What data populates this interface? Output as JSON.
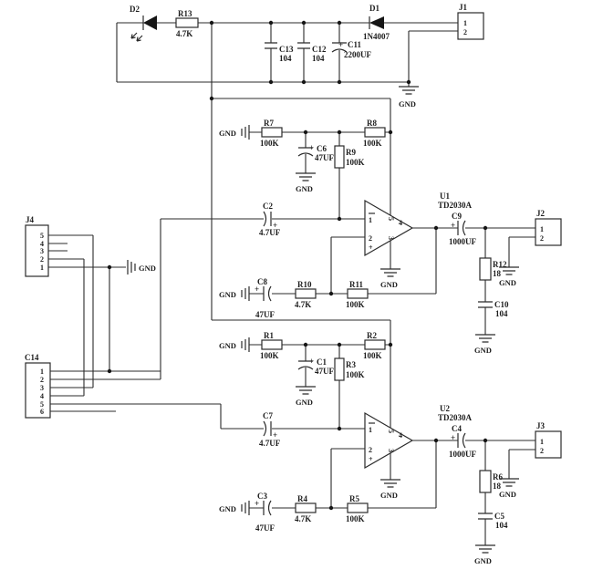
{
  "labels": {
    "gnd": "GND",
    "plus": "+"
  },
  "comp": {
    "d2": {
      "ref": "D2"
    },
    "r13": {
      "ref": "R13",
      "val": "4.7K"
    },
    "c13": {
      "ref": "C13",
      "val": "104"
    },
    "c12": {
      "ref": "C12",
      "val": "104"
    },
    "c11": {
      "ref": "C11",
      "val": "2200UF"
    },
    "d1": {
      "ref": "D1",
      "val": "1N4007"
    },
    "j1": {
      "ref": "J1",
      "pins": [
        "1",
        "2"
      ]
    },
    "r7": {
      "ref": "R7",
      "val": "100K"
    },
    "r8": {
      "ref": "R8",
      "val": "100K"
    },
    "r9": {
      "ref": "R9",
      "val": "100K"
    },
    "c6": {
      "ref": "C6",
      "val": "47UF"
    },
    "c2": {
      "ref": "C2",
      "val": "4.7UF"
    },
    "c8": {
      "ref": "C8",
      "val": "47UF"
    },
    "r10": {
      "ref": "R10",
      "val": "4.7K"
    },
    "r11": {
      "ref": "R11",
      "val": "100K"
    },
    "u1": {
      "ref": "U1",
      "part": "TD2030A",
      "pin1": "1",
      "pin2": "2",
      "pin3": "3",
      "pin4": "4",
      "pin5": "5"
    },
    "c9": {
      "ref": "C9",
      "val": "1000UF"
    },
    "r12": {
      "ref": "R12",
      "val": "18"
    },
    "c10": {
      "ref": "C10",
      "val": "104"
    },
    "j2": {
      "ref": "J2",
      "pins": [
        "1",
        "2"
      ]
    },
    "r1": {
      "ref": "R1",
      "val": "100K"
    },
    "r2": {
      "ref": "R2",
      "val": "100K"
    },
    "r3": {
      "ref": "R3",
      "val": "100K"
    },
    "c1": {
      "ref": "C1",
      "val": "47UF"
    },
    "c7": {
      "ref": "C7",
      "val": "4.7UF"
    },
    "c3": {
      "ref": "C3",
      "val": "47UF"
    },
    "r4": {
      "ref": "R4",
      "val": "4.7K"
    },
    "r5": {
      "ref": "R5",
      "val": "100K"
    },
    "u2": {
      "ref": "U2",
      "part": "TD2030A",
      "pin1": "1",
      "pin2": "2",
      "pin3": "3",
      "pin4": "4",
      "pin5": "5"
    },
    "c4": {
      "ref": "C4",
      "val": "1000UF"
    },
    "r6": {
      "ref": "R6",
      "val": "18"
    },
    "c5": {
      "ref": "C5",
      "val": "104"
    },
    "j3": {
      "ref": "J3",
      "pins": [
        "1",
        "2"
      ]
    },
    "j4": {
      "ref": "J4",
      "pins": [
        "5",
        "4",
        "3",
        "2",
        "1"
      ]
    },
    "c14": {
      "ref": "C14",
      "pins": [
        "1",
        "2",
        "3",
        "4",
        "5",
        "6"
      ]
    }
  }
}
